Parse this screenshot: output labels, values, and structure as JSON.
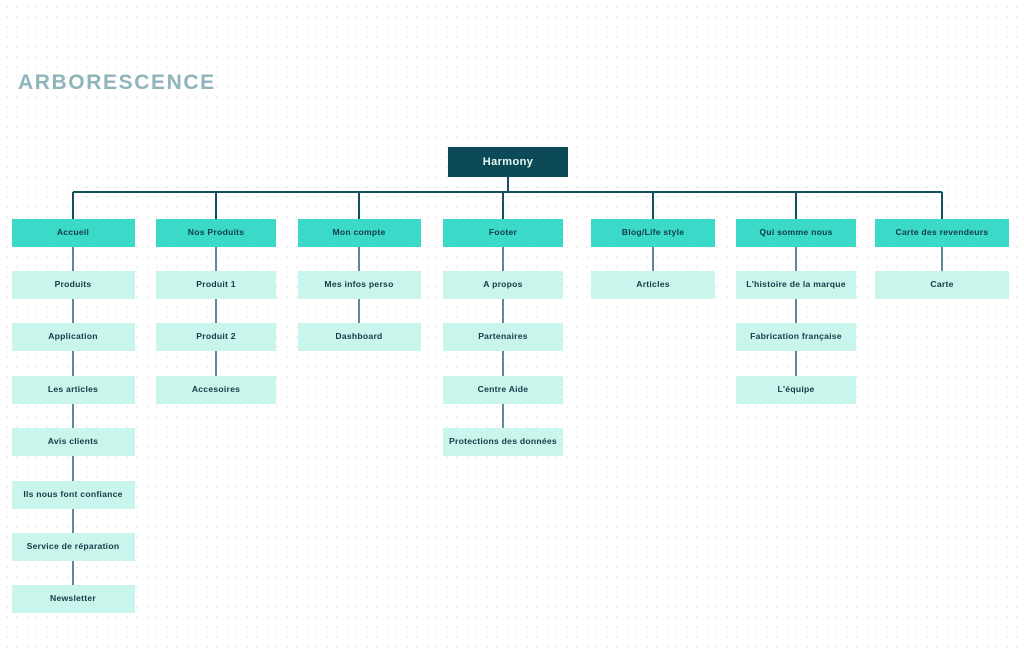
{
  "page": {
    "title": "ARBORESCENCE",
    "title_color": "#8fb4bb",
    "background": "#ffffff"
  },
  "colors": {
    "root_fill": "#0d4a58",
    "root_text": "#e6fbf7",
    "level2_fill": "#3bd9c8",
    "level2_text": "#123b47",
    "level3_fill": "#c8f5ec",
    "level3_text": "#123b47",
    "connector": "#5a8a94",
    "root_connector": "#13505e"
  },
  "chart_data": {
    "type": "diagram",
    "diagram_type": "tree",
    "title": "ARBORESCENCE",
    "orientation": "top-down",
    "root": {
      "label": "Harmony",
      "level": 1
    },
    "branches": [
      {
        "label": "Accueil",
        "level": 2,
        "children": [
          "Produits",
          "Application",
          "Les articles",
          "Avis clients",
          "Ils nous font confiance",
          "Service de réparation",
          "Newsletter"
        ]
      },
      {
        "label": "Nos Produits",
        "level": 2,
        "children": [
          "Produit 1",
          "Produit 2",
          "Accesoires"
        ]
      },
      {
        "label": "Mon compte",
        "level": 2,
        "children": [
          "Mes infos perso",
          "Dashboard"
        ]
      },
      {
        "label": "Footer",
        "level": 2,
        "children": [
          "A propos",
          "Partenaires",
          "Centre Aide",
          "Protections des données"
        ]
      },
      {
        "label": "Blog/Life style",
        "level": 2,
        "children": [
          "Articles"
        ]
      },
      {
        "label": "Qui somme nous",
        "level": 2,
        "children": [
          "L'histoire de la marque",
          "Fabrication française",
          "L'équipe"
        ]
      },
      {
        "label": "Carte des revendeurs",
        "level": 2,
        "children": [
          "Carte"
        ]
      }
    ],
    "node_count": 28,
    "depth": 3
  }
}
